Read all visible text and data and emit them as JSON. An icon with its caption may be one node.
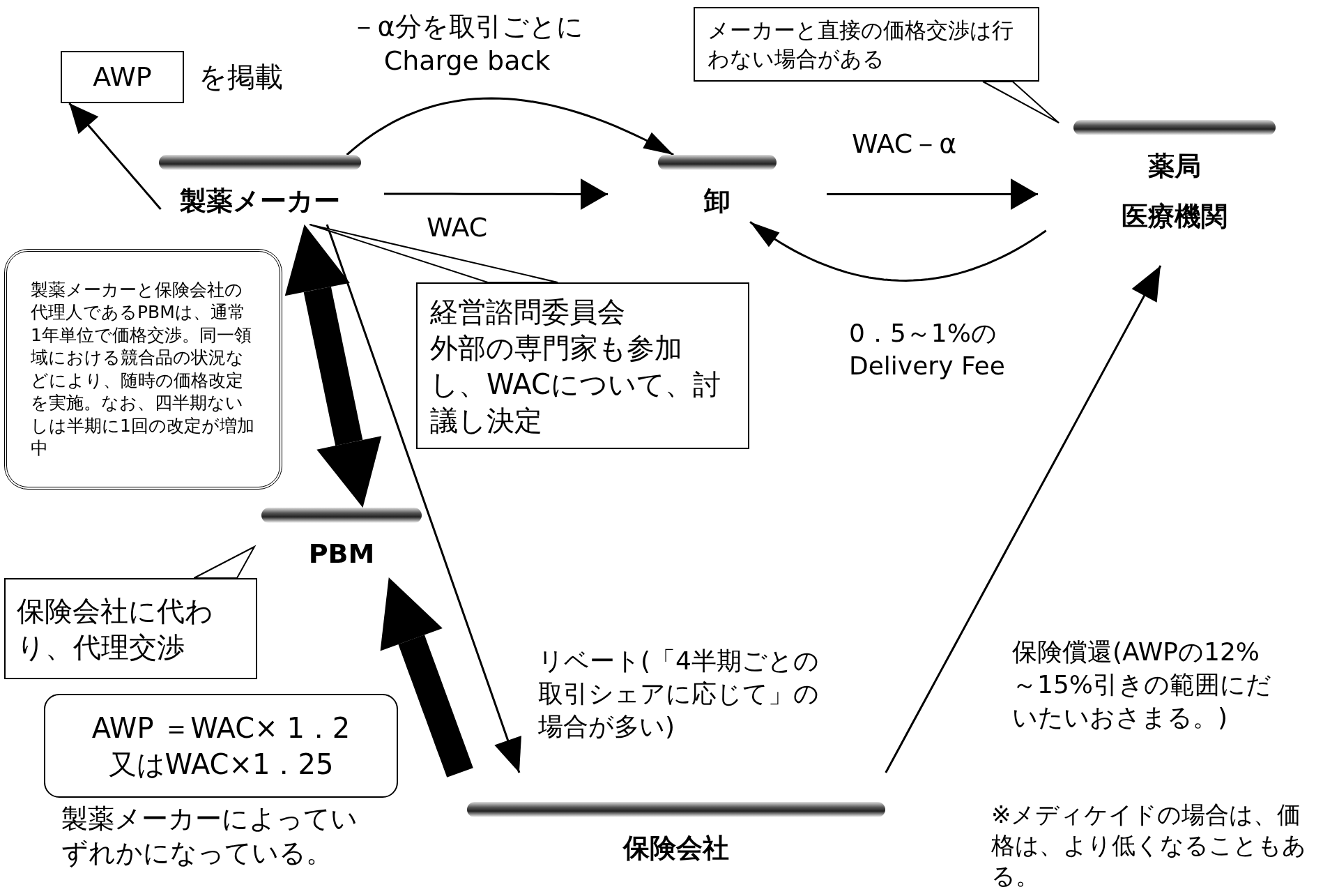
{
  "diagram": {
    "nodes": [
      {
        "text": [
          "製薬メーカー"
        ]
      },
      {
        "text": [
          "卸"
        ]
      },
      {
        "text": [
          "薬局",
          "医療機関"
        ]
      },
      {
        "text": [
          "PBM"
        ]
      },
      {
        "text": [
          "保険会社"
        ]
      },
      {
        "text": [
          "AWP"
        ],
        "beside": [
          "を掲載"
        ]
      },
      {
        "text": [
          "製薬メーカーと保険会社の代理人であるPBMは、通常1年単位で価格交渉。同一領域における競合品の状況などにより、随時の価格改定を実施。なお、四半期ないしは半期に1回の改定が増加中"
        ]
      },
      {
        "text": [
          "経営諮問委員会",
          "外部の専門家も参加し、WACについて、討議し決定"
        ]
      },
      {
        "text": [
          "メーカーと直接の価格交渉は行わない場合がある"
        ]
      },
      {
        "text": [
          "保険会社に代わり、代理交渉"
        ]
      },
      {
        "text": [
          "AWP ＝WAC× 1．2",
          "又はWAC×1．25"
        ],
        "beside": [
          "製薬メーカーによっていずれかになっている。"
        ]
      }
    ],
    "edges": [
      {
        "from": 0,
        "to": 1,
        "arrow": "to",
        "label": "WAC"
      },
      {
        "from": 1,
        "to": 2,
        "arrow": "to",
        "label": "WAC－α"
      },
      {
        "from": 0,
        "to": 1,
        "arrow": "to",
        "label": "－α分を取引ごとに Charge back"
      },
      {
        "from": 2,
        "to": 1,
        "arrow": "to",
        "label": "0．5～1%の Delivery Fee"
      },
      {
        "from": 0,
        "to": 3,
        "arrow": "both",
        "style": "thick"
      },
      {
        "from": 4,
        "to": 3,
        "arrow": "to",
        "style": "thick"
      },
      {
        "from": 0,
        "to": 4,
        "arrow": "to",
        "label": "リベート(「4半期ごとの取引シェアに応じて」の場合が多い)"
      },
      {
        "from": 4,
        "to": 2,
        "arrow": "to",
        "label": "保険償還(AWPの12%～15%引きの範囲にだいたいおさまる。)"
      },
      {
        "from": 0,
        "to": 5,
        "arrow": "to"
      },
      {
        "from": 7,
        "to": 0,
        "arrow": "none"
      },
      {
        "from": 8,
        "to": 2,
        "arrow": "none"
      },
      {
        "from": 9,
        "to": 3,
        "arrow": "none"
      }
    ],
    "labels": [
      "※メディケイドの場合は、価格は、より低くなることもある。"
    ]
  }
}
